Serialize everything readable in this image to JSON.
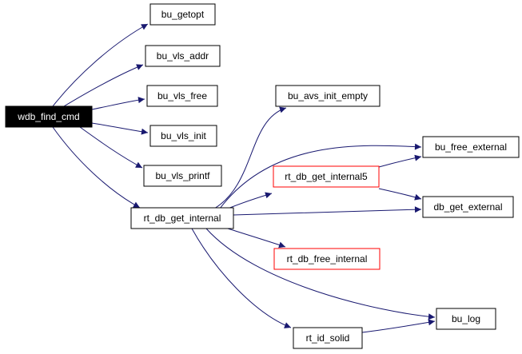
{
  "colors": {
    "edge": "#191970",
    "root_fill": "#000000",
    "red_border": "#ff0000"
  },
  "nodes": {
    "wdb_find_cmd": "wdb_find_cmd",
    "bu_getopt": "bu_getopt",
    "bu_vls_addr": "bu_vls_addr",
    "bu_vls_free": "bu_vls_free",
    "bu_vls_init": "bu_vls_init",
    "bu_vls_printf": "bu_vls_printf",
    "rt_db_get_internal": "rt_db_get_internal",
    "bu_avs_init_empty": "bu_avs_init_empty",
    "bu_free_external": "bu_free_external",
    "rt_db_get_internal5": "rt_db_get_internal5",
    "db_get_external": "db_get_external",
    "rt_db_free_internal": "rt_db_free_internal",
    "bu_log": "bu_log",
    "rt_id_solid": "rt_id_solid"
  },
  "edges": [
    [
      "wdb_find_cmd",
      "bu_getopt"
    ],
    [
      "wdb_find_cmd",
      "bu_vls_addr"
    ],
    [
      "wdb_find_cmd",
      "bu_vls_free"
    ],
    [
      "wdb_find_cmd",
      "bu_vls_init"
    ],
    [
      "wdb_find_cmd",
      "bu_vls_printf"
    ],
    [
      "wdb_find_cmd",
      "rt_db_get_internal"
    ],
    [
      "rt_db_get_internal",
      "bu_avs_init_empty"
    ],
    [
      "rt_db_get_internal",
      "bu_free_external"
    ],
    [
      "rt_db_get_internal",
      "rt_db_get_internal5"
    ],
    [
      "rt_db_get_internal",
      "db_get_external"
    ],
    [
      "rt_db_get_internal",
      "rt_db_free_internal"
    ],
    [
      "rt_db_get_internal",
      "bu_log"
    ],
    [
      "rt_db_get_internal",
      "rt_id_solid"
    ],
    [
      "rt_db_get_internal5",
      "bu_free_external"
    ],
    [
      "rt_db_get_internal5",
      "db_get_external"
    ],
    [
      "rt_id_solid",
      "bu_log"
    ]
  ]
}
